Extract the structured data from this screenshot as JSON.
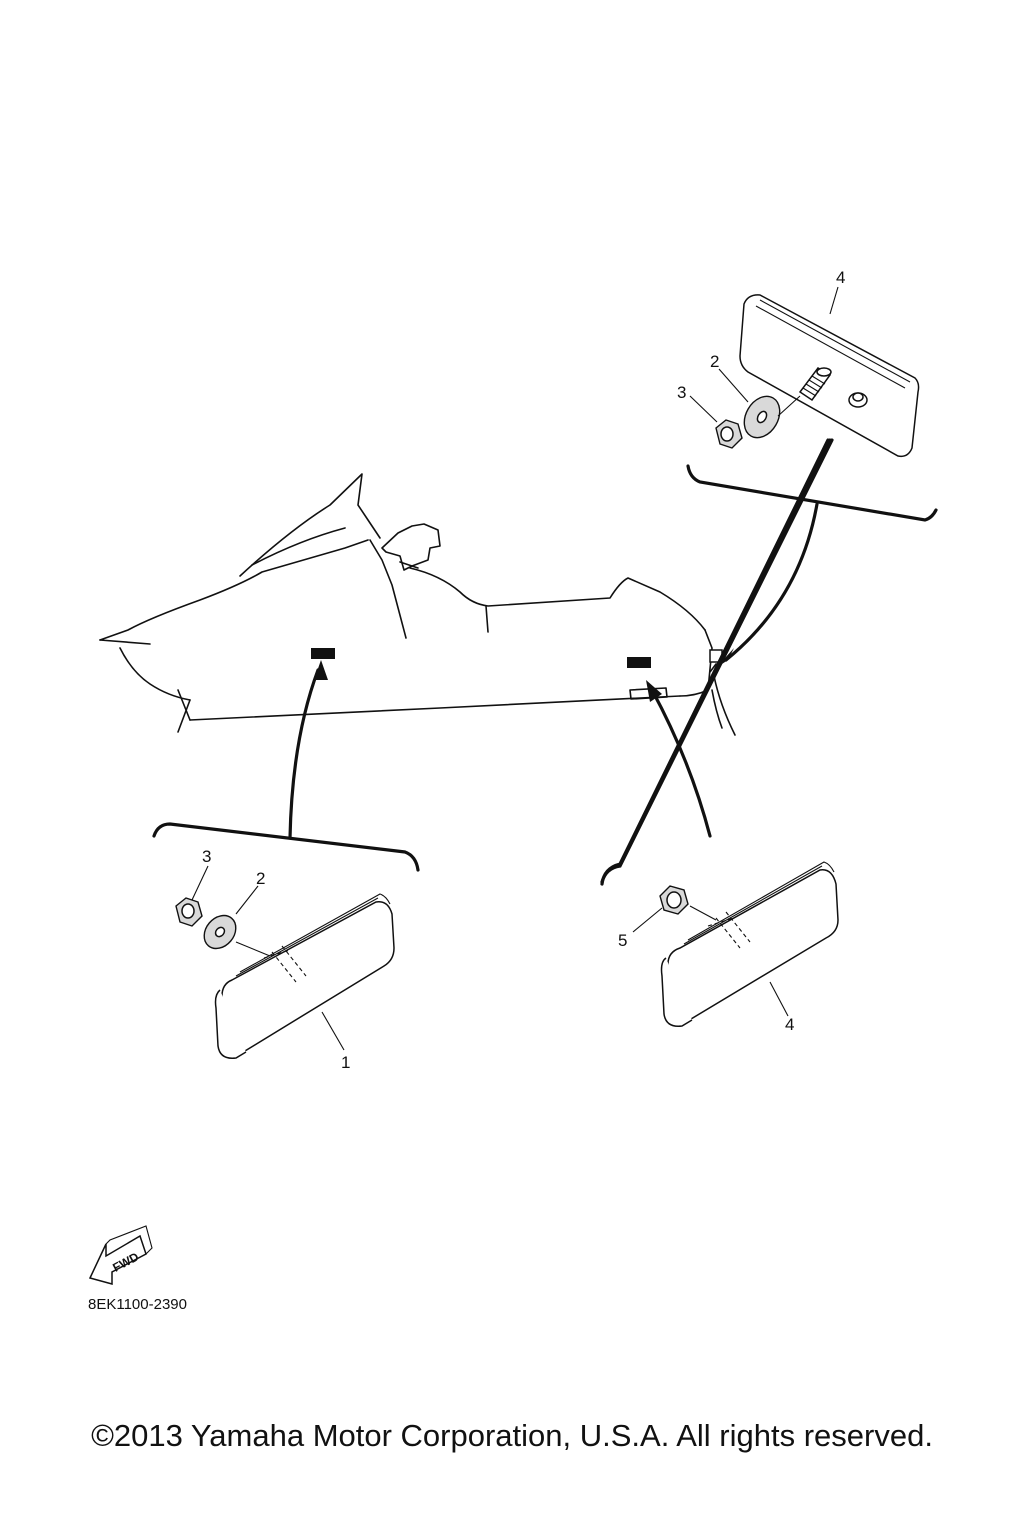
{
  "diagram": {
    "code": "8EK1100-2390",
    "fwd_label": "FWD",
    "copyright": "©2013 Yamaha Motor Corporation, U.S.A. All rights reserved."
  },
  "callouts": {
    "top": {
      "n4": "4",
      "n2": "2",
      "n3": "3"
    },
    "front": {
      "n3": "3",
      "n2": "2",
      "n1": "1"
    },
    "rear": {
      "n5": "5",
      "n4": "4"
    }
  }
}
